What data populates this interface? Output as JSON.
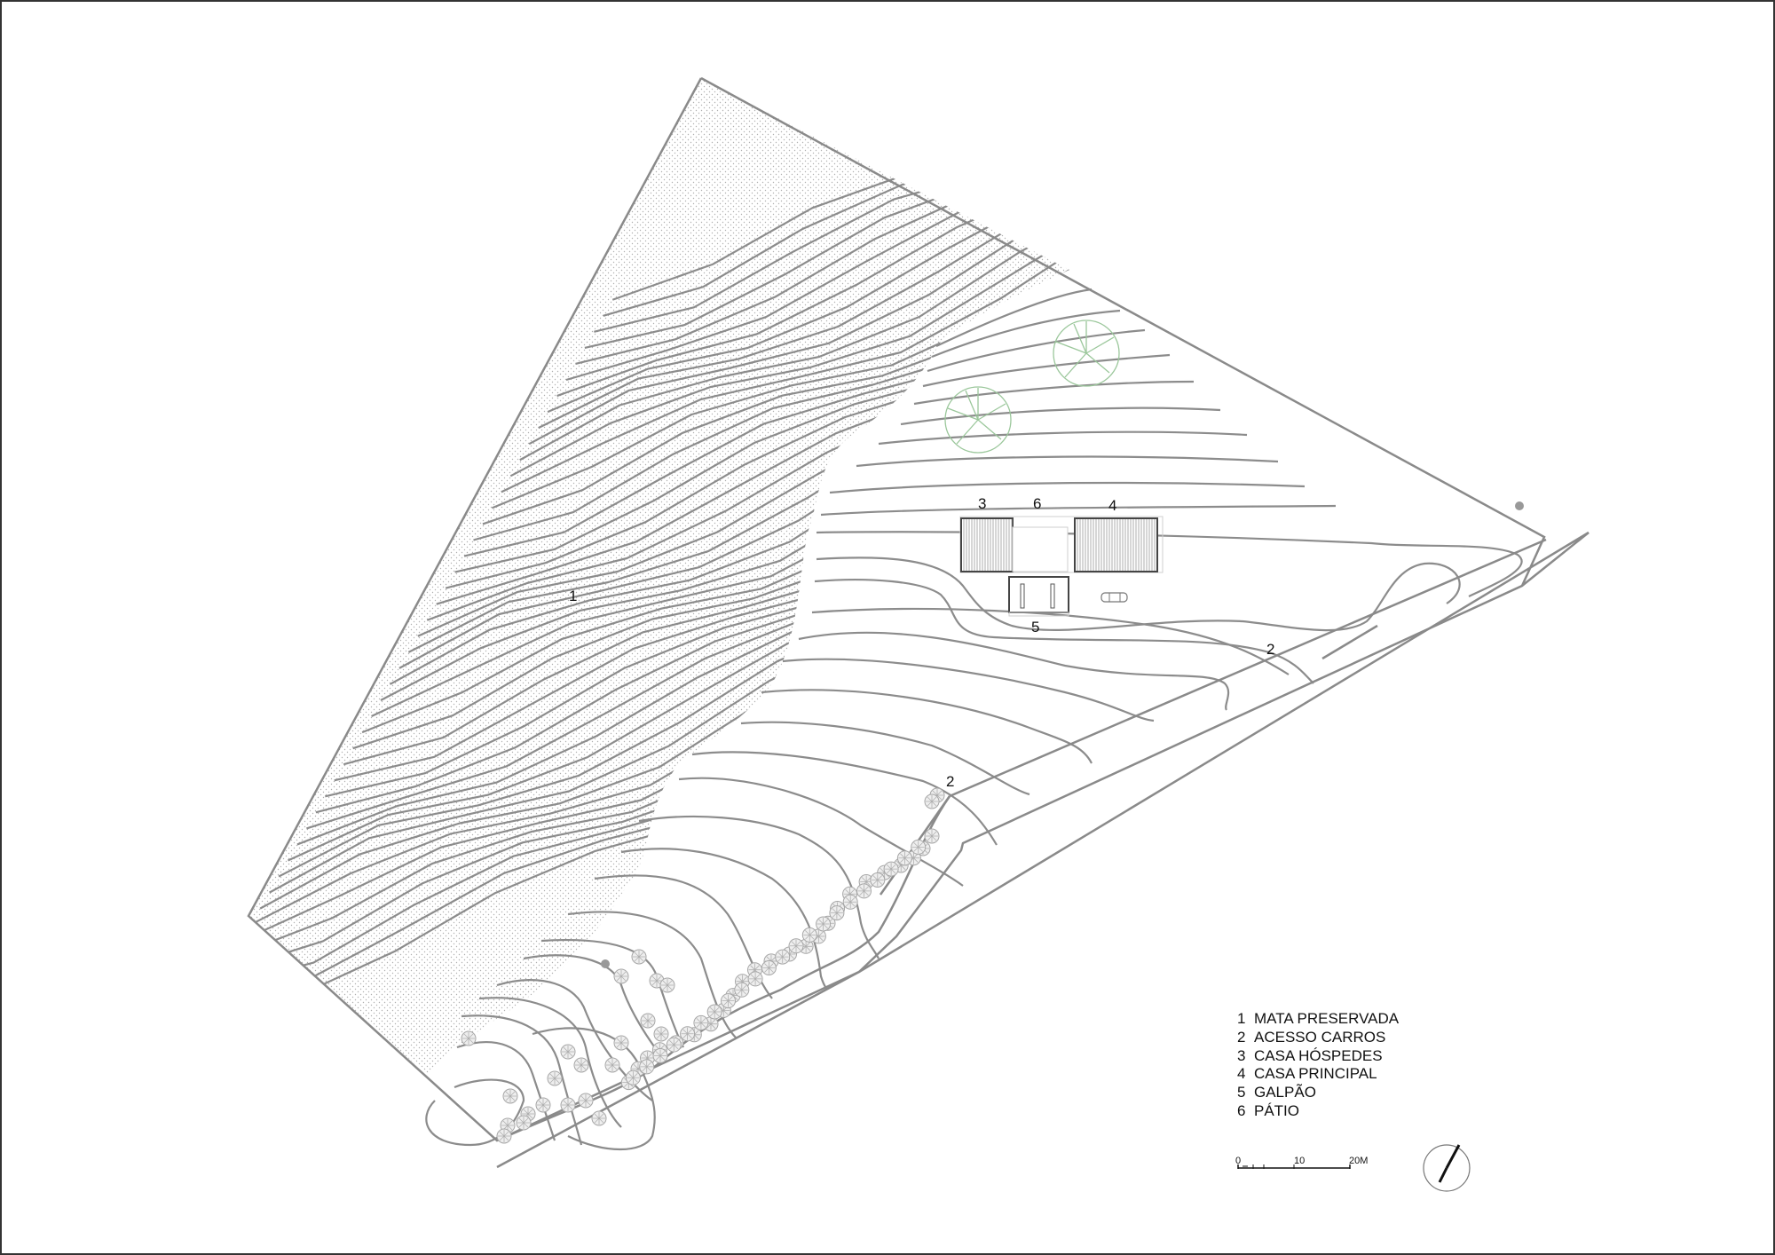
{
  "plan_labels": {
    "mata": "1",
    "acesso_upper": "2",
    "acesso_lower": "2",
    "casa_hospedes": "3",
    "patio": "6",
    "casa_principal": "4",
    "galpao": "5"
  },
  "legend": [
    {
      "num": "1",
      "text": "MATA PRESERVADA"
    },
    {
      "num": "2",
      "text": "ACESSO CARROS"
    },
    {
      "num": "3",
      "text": "CASA HÓSPEDES"
    },
    {
      "num": "4",
      "text": "CASA PRINCIPAL"
    },
    {
      "num": "5",
      "text": "GALPÃO"
    },
    {
      "num": "6",
      "text": "PÁTIO"
    }
  ],
  "scale_bar": {
    "start": "0",
    "mid": "10",
    "end": "20M"
  },
  "colors": {
    "line": "#8a8a8a",
    "tree": "#9bc79b"
  }
}
